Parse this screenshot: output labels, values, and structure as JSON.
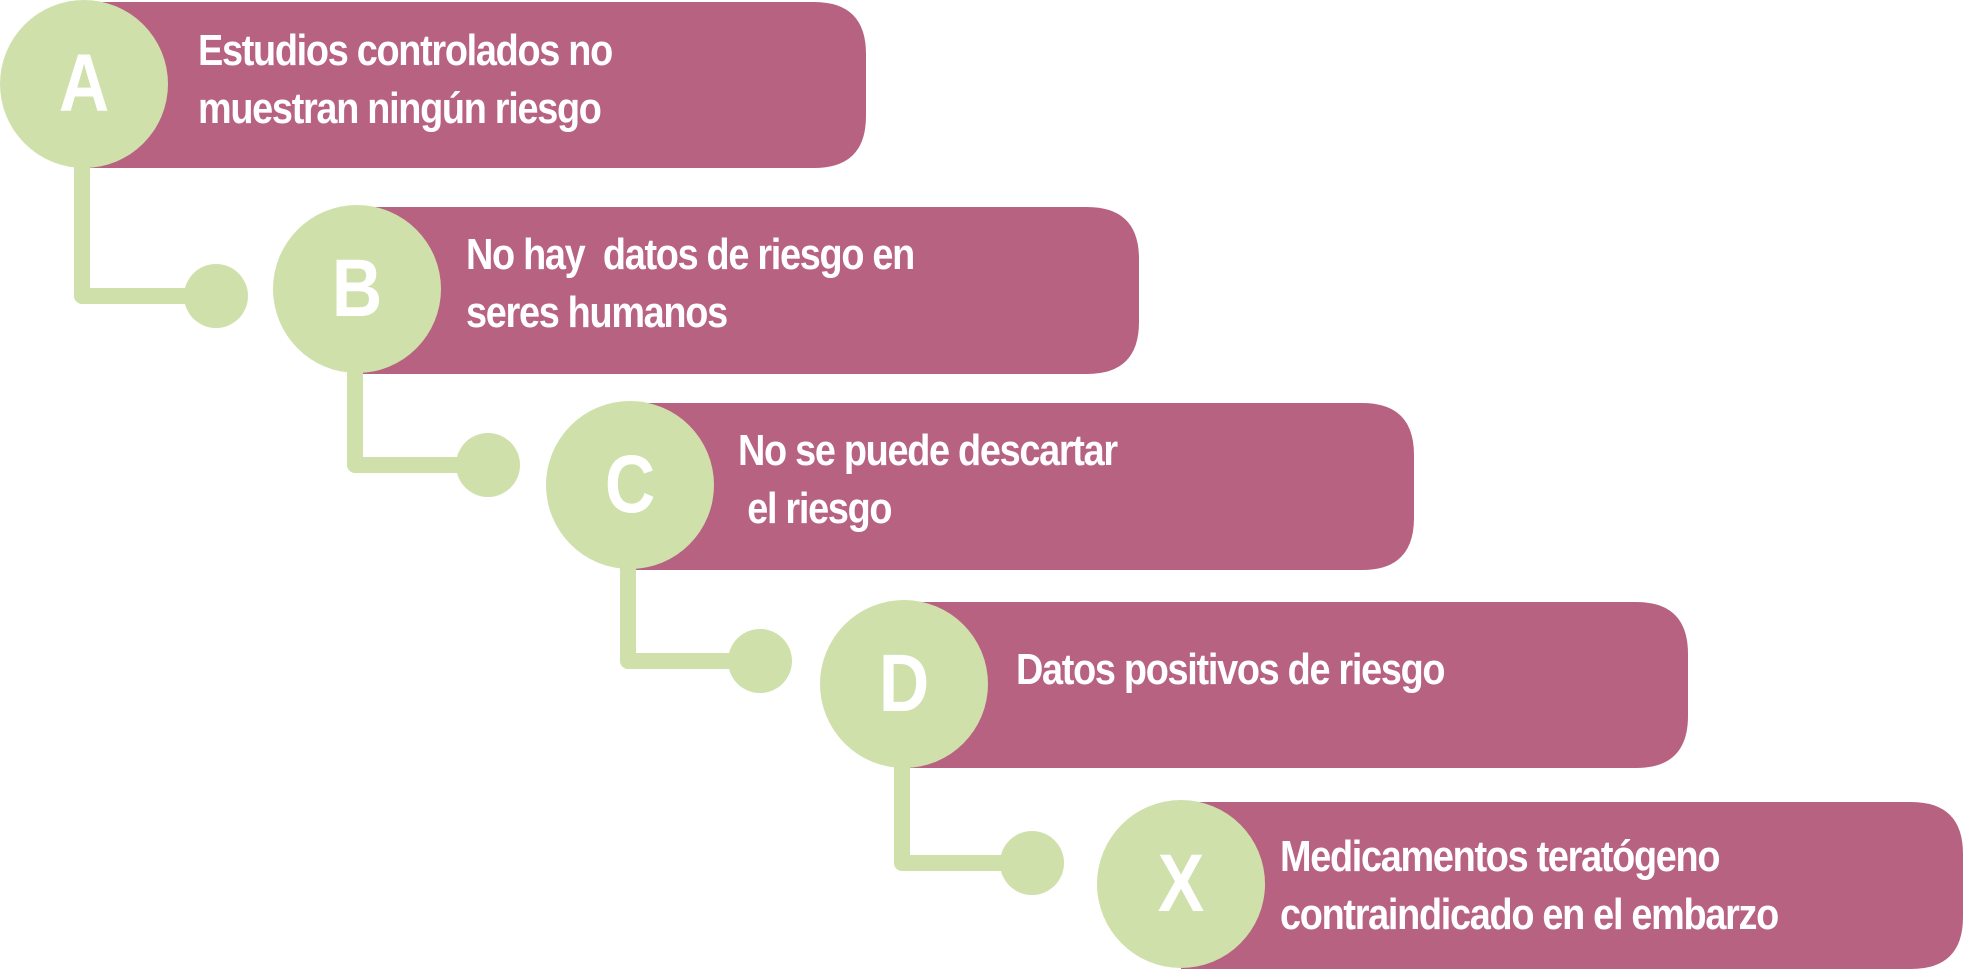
{
  "colors": {
    "banner": "#b86282",
    "badge": "#cfe0ab",
    "text": "#ffffff"
  },
  "categories": [
    {
      "letter": "A",
      "line1": "Estudios controlados no",
      "line2": "muestran ningún riesgo"
    },
    {
      "letter": "B",
      "line1": "No hay  datos de riesgo en",
      "line2": "seres humanos"
    },
    {
      "letter": "C",
      "line1": "No se puede descartar",
      "line2": " el riesgo"
    },
    {
      "letter": "D",
      "line1": "Datos positivos de riesgo",
      "line2": ""
    },
    {
      "letter": "X",
      "line1": "Medicamentos teratógeno",
      "line2": "contraindicado en el embarzo"
    }
  ]
}
